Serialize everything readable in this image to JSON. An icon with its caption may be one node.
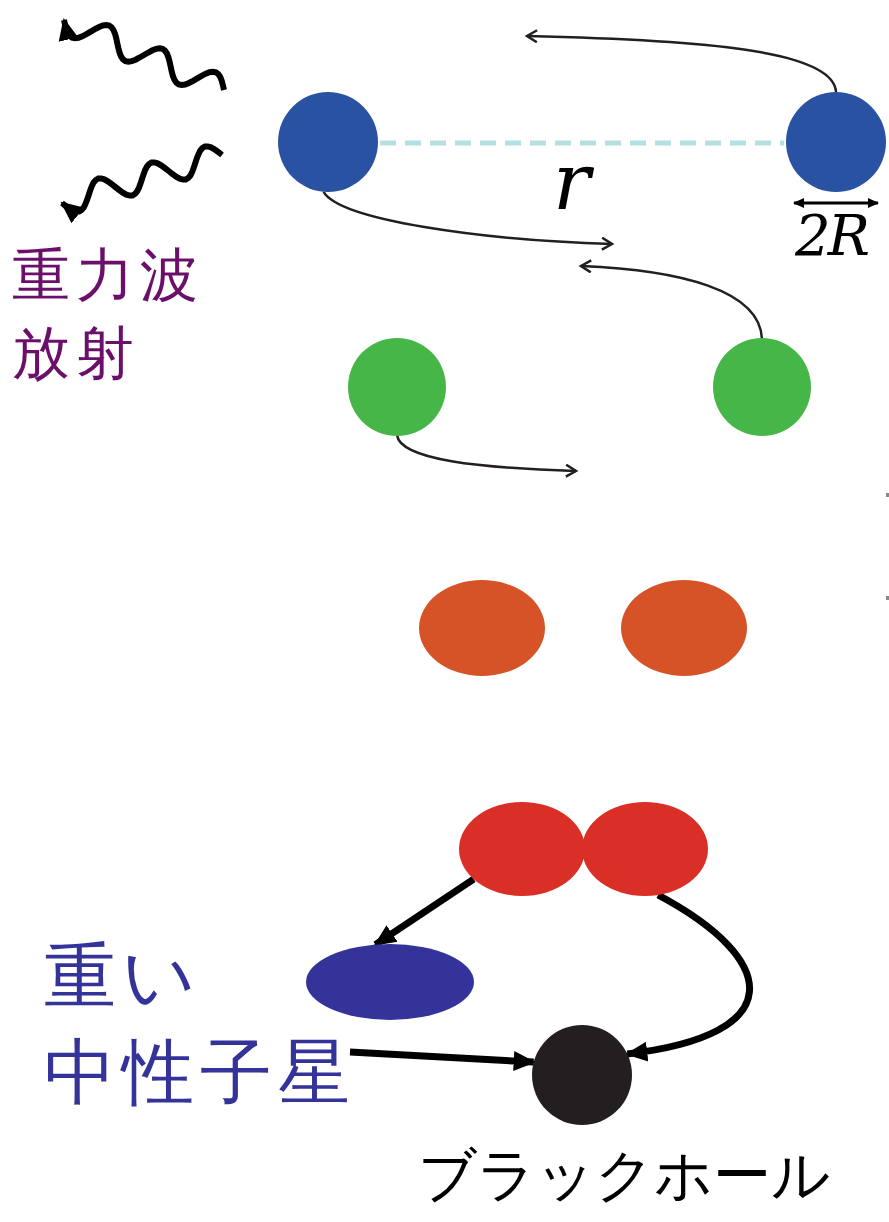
{
  "diagram": {
    "nodes": [
      {
        "text": [],
        "shape": "circle"
      },
      {
        "text": [],
        "shape": "circle"
      },
      {
        "text": [],
        "shape": "circle"
      },
      {
        "text": [],
        "shape": "circle"
      },
      {
        "text": [],
        "shape": "ellipse"
      },
      {
        "text": [],
        "shape": "ellipse"
      },
      {
        "text": [],
        "shape": "ellipse"
      },
      {
        "text": [],
        "shape": "ellipse"
      },
      {
        "text": [],
        "shape": "ellipse"
      },
      {
        "text": [
          "重い中性子星"
        ]
      },
      {
        "text": [
          "ブラックホール"
        ]
      }
    ],
    "edges": [
      {
        "from": 1,
        "to": null,
        "arrow": "to"
      },
      {
        "from": 0,
        "to": null,
        "arrow": "to"
      },
      {
        "from": 3,
        "to": null,
        "arrow": "to"
      },
      {
        "from": 2,
        "to": null,
        "arrow": "to"
      },
      {
        "from": 6,
        "to": 8,
        "arrow": "to",
        "style": "thick"
      },
      {
        "from": 7,
        "to": 10,
        "arrow": "to",
        "style": "thick"
      },
      {
        "from": 9,
        "to": 10,
        "arrow": "to",
        "style": "thick"
      }
    ],
    "labels": [
      "r",
      "2R",
      "重力波放射"
    ]
  }
}
